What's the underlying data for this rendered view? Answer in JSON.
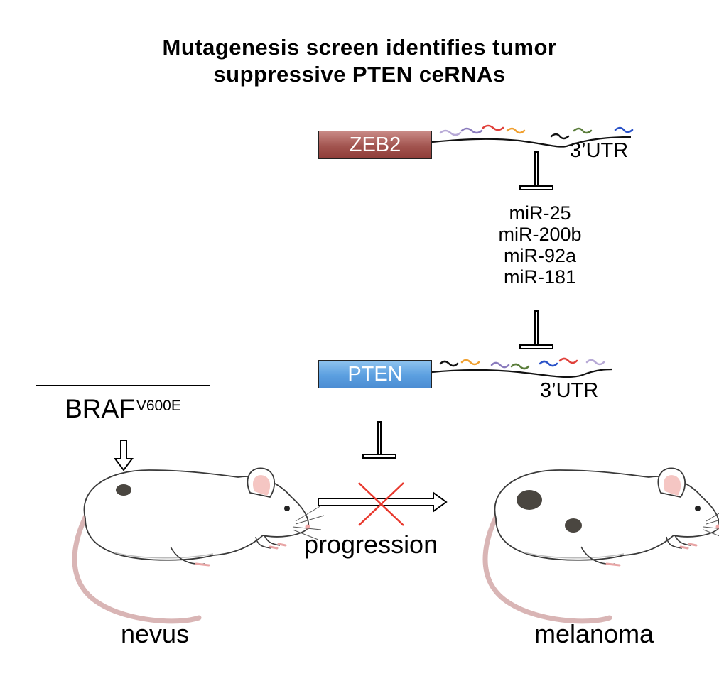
{
  "title": {
    "line1": "Mutagenesis screen identifies tumor",
    "line2": "suppressive PTEN ceRNAs"
  },
  "genes": {
    "zeb2": {
      "label": "ZEB2",
      "utr_label": "3’UTR"
    },
    "pten": {
      "label": "PTEN",
      "utr_label": "3’UTR"
    }
  },
  "mirnas": [
    "miR-25",
    "miR-200b",
    "miR-92a",
    "miR-181"
  ],
  "braf": {
    "base": "BRAF",
    "superscript": "V600E"
  },
  "progression_label": "progression",
  "stages": {
    "left": "nevus",
    "right": "melanoma"
  },
  "colors": {
    "zeb2_box": "#a2544f",
    "pten_box": "#5b9fe0",
    "inhibition_cross": "#e8392e",
    "mirna_colors": [
      "#b7a9d6",
      "#8a7bbd",
      "#e0403a",
      "#f0a030",
      "#111111",
      "#5a7d3a",
      "#2a52c8"
    ],
    "mouse_spot": "#4a4640",
    "mouse_ear": "#f5c6c3"
  },
  "icons": [
    "t-bar-inhibition-icon",
    "hollow-down-arrow-icon",
    "hollow-right-arrow-icon",
    "red-x-icon",
    "mouse-illustration"
  ]
}
